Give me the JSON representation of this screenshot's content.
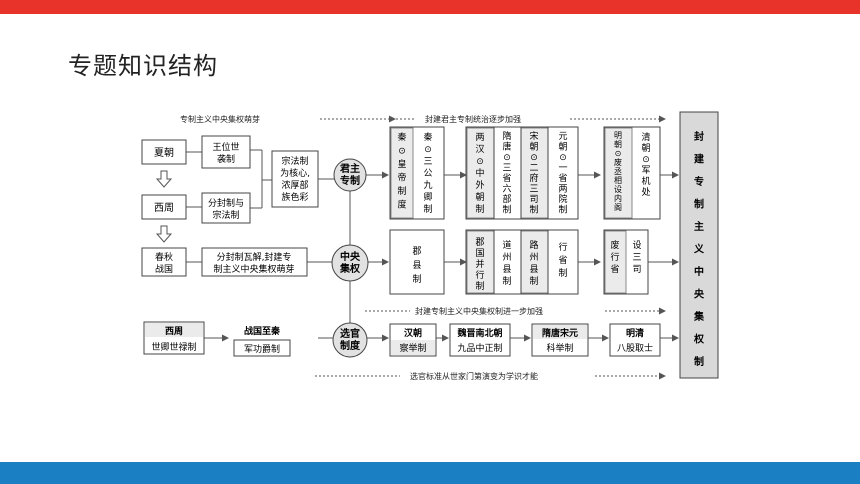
{
  "page": {
    "title": "专题知识结构"
  },
  "headers": {
    "top_left": "专制主义中央集权萌芽",
    "top_right": "封建君主专制统治逐步加强",
    "middle": "封建专制主义中央集权制进一步加强",
    "bottom": "选官标准从世家门第演变为学识才能"
  },
  "left": {
    "xia": "夏朝",
    "wangwei": [
      "王位世",
      "袭制"
    ],
    "xizhou": "西周",
    "fenfeng": [
      "分封制与",
      "宗法制"
    ],
    "zongfa": [
      "宗法制",
      "为核心,",
      "浓厚部",
      "族色彩"
    ],
    "chunqiu": [
      "春秋",
      "战国"
    ],
    "wajie": [
      "分封制瓦解,封建专",
      "制主义中央集权萌芽"
    ]
  },
  "circles": {
    "junzhu": [
      "君主",
      "专制"
    ],
    "zhongyang": [
      "中央",
      "集权"
    ],
    "xuanguan": [
      "选官",
      "制度"
    ]
  },
  "junzhu_row": {
    "qin_a": [
      "秦",
      "⊙",
      "皇",
      "帝",
      "制",
      "度"
    ],
    "qin_b": [
      "秦",
      "⊙",
      "三",
      "公",
      "九",
      "卿",
      "制"
    ],
    "han": [
      "两",
      "汉",
      "⊙",
      "中",
      "外",
      "朝",
      "制"
    ],
    "suitang": [
      "隋",
      "唐",
      "⊙",
      "三",
      "省",
      "六",
      "部",
      "制"
    ],
    "song": [
      "宋",
      "朝",
      "⊙",
      "二",
      "府",
      "三",
      "司",
      "制"
    ],
    "yuan": [
      "元",
      "朝",
      "⊙",
      "一",
      "省",
      "两",
      "院",
      "制"
    ],
    "ming": [
      "明",
      "朝",
      "⊙",
      "废",
      "丞",
      "相",
      "设",
      "内",
      "阁"
    ],
    "qing": [
      "清",
      "朝",
      "⊙",
      "军",
      "机",
      "处"
    ]
  },
  "zhongyang_row": {
    "junxian": [
      "郡",
      "县",
      "制"
    ],
    "junguo": [
      "郡",
      "国",
      "并",
      "行",
      "制"
    ],
    "daozhou": [
      "道",
      "州",
      "县",
      "制"
    ],
    "luzhou": [
      "路",
      "州",
      "县",
      "制"
    ],
    "xingsheng": [
      "行",
      "省",
      "制"
    ],
    "fei": [
      "废",
      "行",
      "省"
    ],
    "she": [
      "设",
      "三",
      "司"
    ]
  },
  "xuanguan_row": {
    "xizhou_name": "西周",
    "xizhou_value": "世卿世禄制",
    "zhanguo_name": "战国至秦",
    "zhanguo_value": "军功爵制",
    "han_name": "汉朝",
    "han_value": "察举制",
    "wei_name": "魏晋南北朝",
    "wei_value": "九品中正制",
    "sui_name": "隋唐宋元",
    "sui_value": "科举制",
    "mingqing_name": "明清",
    "mingqing_value": "八股取士"
  },
  "right_column": [
    "封",
    "建",
    "专",
    "制",
    "主",
    "义",
    "中",
    "央",
    "集",
    "权",
    "制"
  ],
  "colors": {
    "top_bar": "#e8332a",
    "bottom_bar": "#1b7fc4",
    "box_fill": "#ebebeb",
    "circle_fill": "#e2e2e2",
    "line": "#555555"
  }
}
